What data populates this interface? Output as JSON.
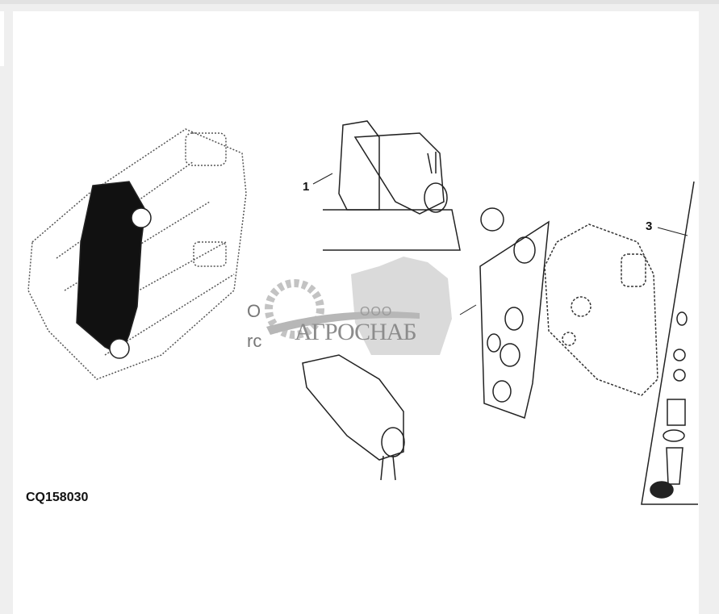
{
  "figure": {
    "id_label": "CQ158030",
    "callouts": [
      "1",
      "3"
    ],
    "partial_text": [
      "O",
      "rc"
    ]
  },
  "watermark": {
    "prefix": "ООО",
    "name": "АГРОСНАБ",
    "color": "#8c8c8c"
  }
}
